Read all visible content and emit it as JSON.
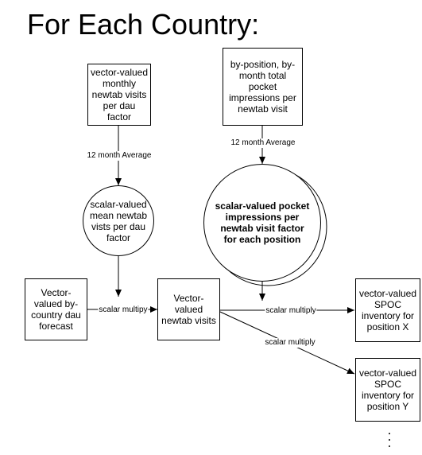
{
  "title": "For Each Country:",
  "nodes": {
    "monthly_visits": "vector-valued monthly newtab visits per dau factor",
    "pocket_impressions": "by-position, by-month total pocket impressions per newtab visit",
    "mean_visits": "scalar-valued mean newtab vists per dau factor",
    "pocket_factor": "scalar-valued pocket impressions per newtab visit factor for each position",
    "dau_forecast": "Vector-valued by-country dau forecast",
    "newtab_visits": "Vector-valued newtab visits",
    "spoc_x": "vector-valued SPOC inventory for position X",
    "spoc_y": "vector-valued SPOC inventory for position Y"
  },
  "edges": {
    "avg_left": "12 month Average",
    "avg_right": "12 month Average",
    "multiply_dau": "scalar multipy",
    "multiply_x": "scalar multiply",
    "multiply_y": "scalar multiply"
  },
  "continuation": "⋮"
}
